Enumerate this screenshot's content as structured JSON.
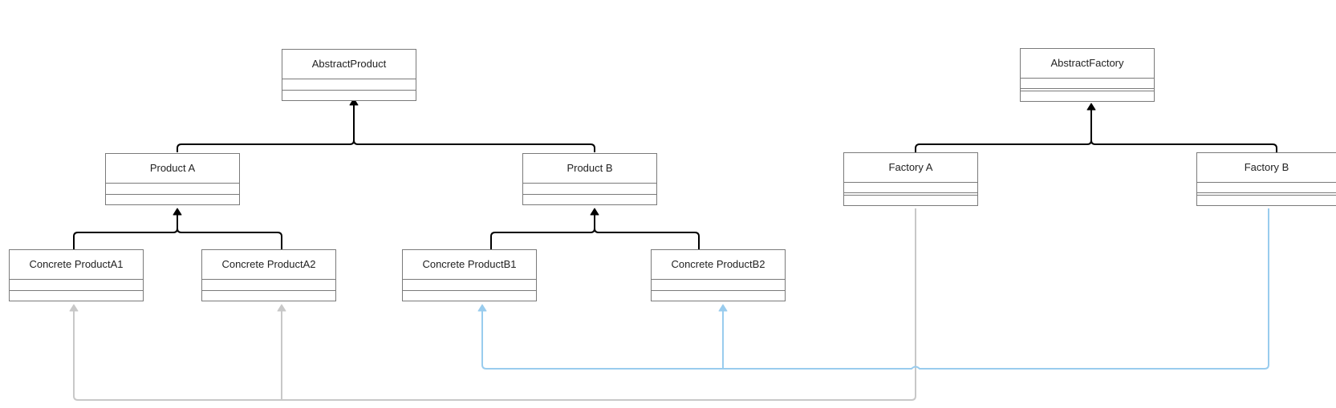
{
  "diagram": {
    "classes": [
      {
        "id": "abstract_product",
        "name": "AbstractProduct"
      },
      {
        "id": "product_a",
        "name": "Product A"
      },
      {
        "id": "product_b",
        "name": "Product B"
      },
      {
        "id": "concrete_a1",
        "name": "Concrete ProductA1"
      },
      {
        "id": "concrete_a2",
        "name": "Concrete ProductA2"
      },
      {
        "id": "concrete_b1",
        "name": "Concrete ProductB1"
      },
      {
        "id": "concrete_b2",
        "name": "Concrete ProductB2"
      },
      {
        "id": "abstract_factory",
        "name": "AbstractFactory"
      },
      {
        "id": "factory_a",
        "name": "Factory A"
      },
      {
        "id": "factory_b",
        "name": "Factory B"
      }
    ],
    "relations": [
      {
        "from": "Product A",
        "to": "AbstractProduct",
        "type": "inheritance"
      },
      {
        "from": "Product B",
        "to": "AbstractProduct",
        "type": "inheritance"
      },
      {
        "from": "Concrete ProductA1",
        "to": "Product A",
        "type": "inheritance"
      },
      {
        "from": "Concrete ProductA2",
        "to": "Product A",
        "type": "inheritance"
      },
      {
        "from": "Concrete ProductB1",
        "to": "Product B",
        "type": "inheritance"
      },
      {
        "from": "Concrete ProductB2",
        "to": "Product B",
        "type": "inheritance"
      },
      {
        "from": "Factory A",
        "to": "AbstractFactory",
        "type": "inheritance"
      },
      {
        "from": "Factory B",
        "to": "AbstractFactory",
        "type": "inheritance"
      },
      {
        "from": "Factory A",
        "to": "Concrete ProductA1",
        "type": "creates"
      },
      {
        "from": "Factory A",
        "to": "Concrete ProductA2",
        "type": "creates"
      },
      {
        "from": "Factory B",
        "to": "Concrete ProductB1",
        "type": "creates"
      },
      {
        "from": "Factory B",
        "to": "Concrete ProductB2",
        "type": "creates"
      }
    ],
    "colors": {
      "inheritance": "#000000",
      "factory_a_link": "#c8c8c8",
      "factory_b_link": "#99ccee",
      "box_border": "#7a7a7a",
      "text": "#222222"
    }
  }
}
